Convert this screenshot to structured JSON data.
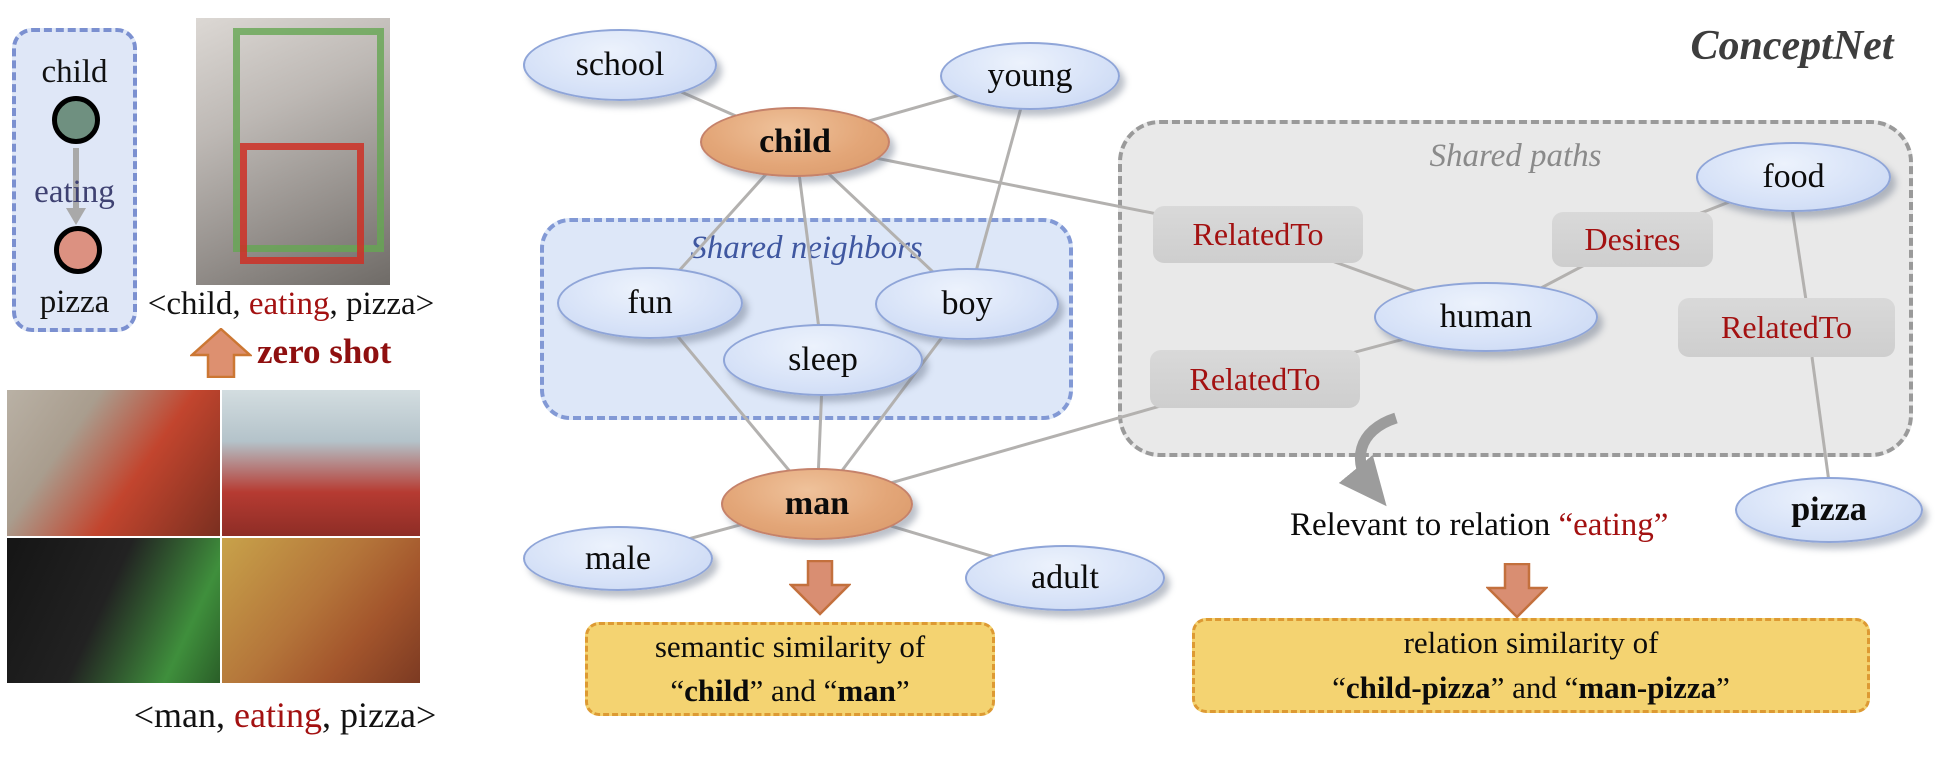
{
  "conceptnet_title": "ConceptNet",
  "left": {
    "triple": {
      "subject": "child",
      "relation": "eating",
      "object": "pizza"
    },
    "caption_child": {
      "pre": "<child, ",
      "rel": "eating",
      "post": ", pizza>"
    },
    "zero_shot": "zero shot",
    "caption_man": {
      "pre": "<man, ",
      "rel": "eating",
      "post": ", pizza>"
    }
  },
  "graph": {
    "groups": {
      "neighbors": "Shared neighbors",
      "paths": "Shared paths"
    },
    "nodes": {
      "school": "school",
      "young": "young",
      "child": "child",
      "fun": "fun",
      "sleep": "sleep",
      "boy": "boy",
      "man": "man",
      "male": "male",
      "adult": "adult",
      "human": "human",
      "food": "food",
      "pizza": "pizza"
    },
    "relations": {
      "rel1": "RelatedTo",
      "rel2": "RelatedTo",
      "desires": "Desires",
      "rel3": "RelatedTo"
    }
  },
  "notes": {
    "relevant_pre": "Relevant to relation ",
    "relevant_highlight": "“eating”"
  },
  "results": {
    "semantic": {
      "line1": "semantic similarity of",
      "q1": "“",
      "b1": "child",
      "mid": "” and “",
      "b2": "man",
      "q2": "”"
    },
    "relation": {
      "line1": "relation similarity of",
      "q1": "“",
      "b1": "child-pizza",
      "mid": "” and “",
      "b2": "man-pizza",
      "q2": "”"
    }
  },
  "colors": {
    "node_blue": "#d8e3f8",
    "node_blue_border": "#8fa5d8",
    "node_orange": "#e3a678",
    "node_orange_border": "#c5826b",
    "relation_text": "#a31111",
    "panel_gray": "#e9e9e9",
    "panel_blue": "#dde7f8",
    "yellow_fill": "#f4d371",
    "yellow_border": "#dd9a33",
    "arrow_fill": "#d98e72",
    "arrow_border": "#c3703d",
    "edge_gray": "#b3b1af",
    "highlight_red": "#a31111",
    "zero_shot_red": "#8f0f0f",
    "subject_circle": "#6f9080",
    "object_circle": "#dc9181"
  }
}
